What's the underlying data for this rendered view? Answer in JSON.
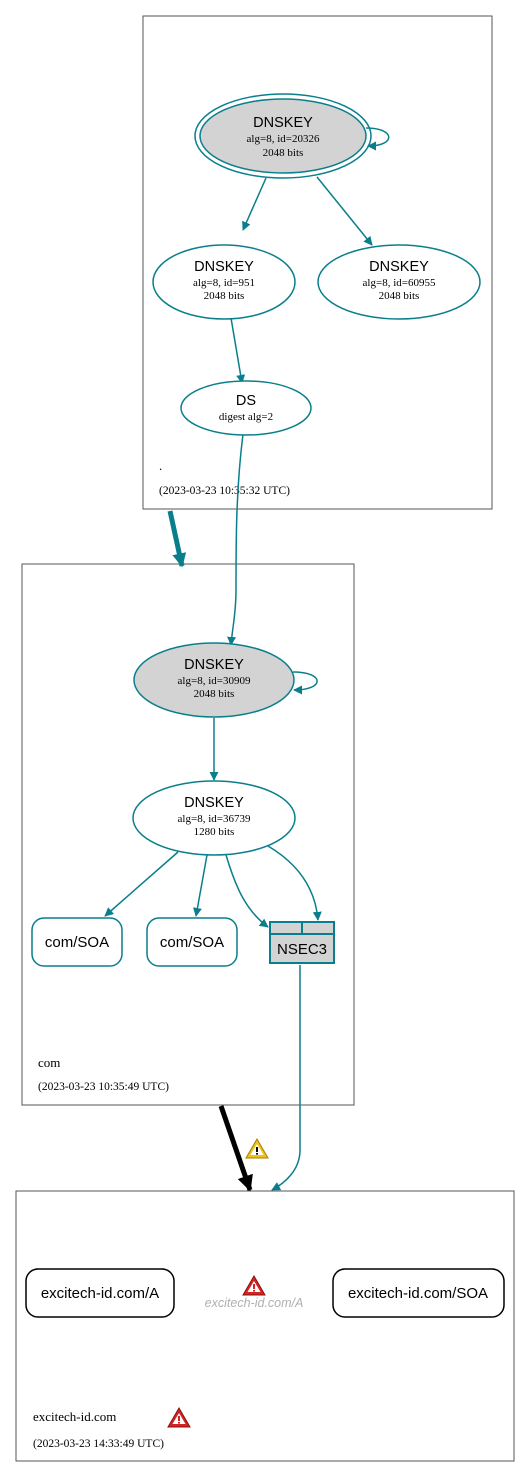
{
  "colors": {
    "edge": "#0a7f8c",
    "key_fill_sep": "#d3d3d3",
    "zone_border": "#555555",
    "delegation": "#000000",
    "warning_yellow": "#f2c21a",
    "error_red": "#d22424"
  },
  "zones": {
    "root": {
      "name": ".",
      "time": "(2023-03-23 10:35:32 UTC)"
    },
    "com": {
      "name": "com",
      "time": "(2023-03-23 10:35:49 UTC)"
    },
    "excitech": {
      "name": "excitech-id.com",
      "time": "(2023-03-23 14:33:49 UTC)",
      "icon": "error-icon"
    }
  },
  "nodes": {
    "root_ksk": {
      "title": "DNSKEY",
      "line1": "alg=8, id=20326",
      "line2": "2048 bits"
    },
    "root_zsk1": {
      "title": "DNSKEY",
      "line1": "alg=8, id=951",
      "line2": "2048 bits"
    },
    "root_zsk2": {
      "title": "DNSKEY",
      "line1": "alg=8, id=60955",
      "line2": "2048 bits"
    },
    "root_ds": {
      "title": "DS",
      "line1": "digest alg=2"
    },
    "com_ksk": {
      "title": "DNSKEY",
      "line1": "alg=8, id=30909",
      "line2": "2048 bits"
    },
    "com_zsk": {
      "title": "DNSKEY",
      "line1": "alg=8, id=36739",
      "line2": "1280 bits"
    },
    "com_soa1": {
      "title": "com/SOA"
    },
    "com_soa2": {
      "title": "com/SOA"
    },
    "com_nsec3": {
      "title": "NSEC3"
    },
    "ex_a": {
      "title": "excitech-id.com/A"
    },
    "ex_soa": {
      "title": "excitech-id.com/SOA"
    },
    "ex_a_ghost": {
      "title": "excitech-id.com/A",
      "icon": "error-icon"
    }
  },
  "edges": {
    "delegation_com_excitech_icon": "warning-icon"
  }
}
